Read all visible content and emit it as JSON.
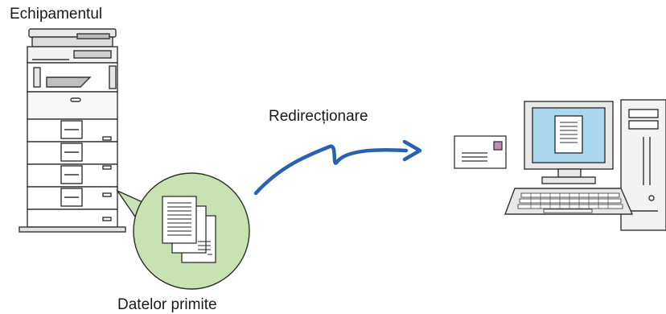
{
  "labels": {
    "device": "Echipamentul",
    "forwarding": "Redirecționare",
    "received_data": "Datelor primite"
  },
  "colors": {
    "arrow": "#2a62b0",
    "bubble_fill": "#c9e2b3",
    "bubble_stroke": "#2d2d2d",
    "screen_fill": "#a9d7ee",
    "machine_stroke": "#333333",
    "text": "#1a1a1a"
  },
  "icons": [
    "multifunction-printer-icon",
    "document-stack-icon",
    "envelope-icon",
    "desktop-computer-icon",
    "arrow-icon"
  ]
}
